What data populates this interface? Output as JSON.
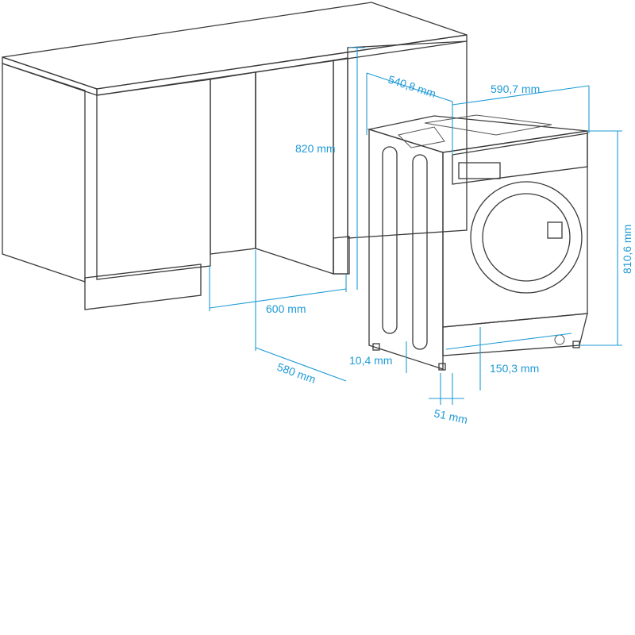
{
  "colors": {
    "dimension": "#1e9ad6",
    "outline": "#3a3a3a",
    "counter_top": "#ececec",
    "cabinet_front": "#f7f7f7",
    "cabinet_side": "#e9e9e9",
    "plinth": "#efefef",
    "machine_front": "#f4f4f4",
    "machine_side": "#ececec",
    "machine_top": "#e6e6e6",
    "background": "#ffffff"
  },
  "dimensions": {
    "depth_machine": "540,8 mm",
    "width_machine": "590,7 mm",
    "niche_height": "820 mm",
    "machine_height": "810,6 mm",
    "niche_width": "600 mm",
    "niche_depth": "580 mm",
    "feet_height": "10,4 mm",
    "plinth_height": "150,3 mm",
    "offset": "51 mm"
  },
  "icons": [
    "washing-machine-illustration",
    "kitchen-cabinet-illustration"
  ]
}
